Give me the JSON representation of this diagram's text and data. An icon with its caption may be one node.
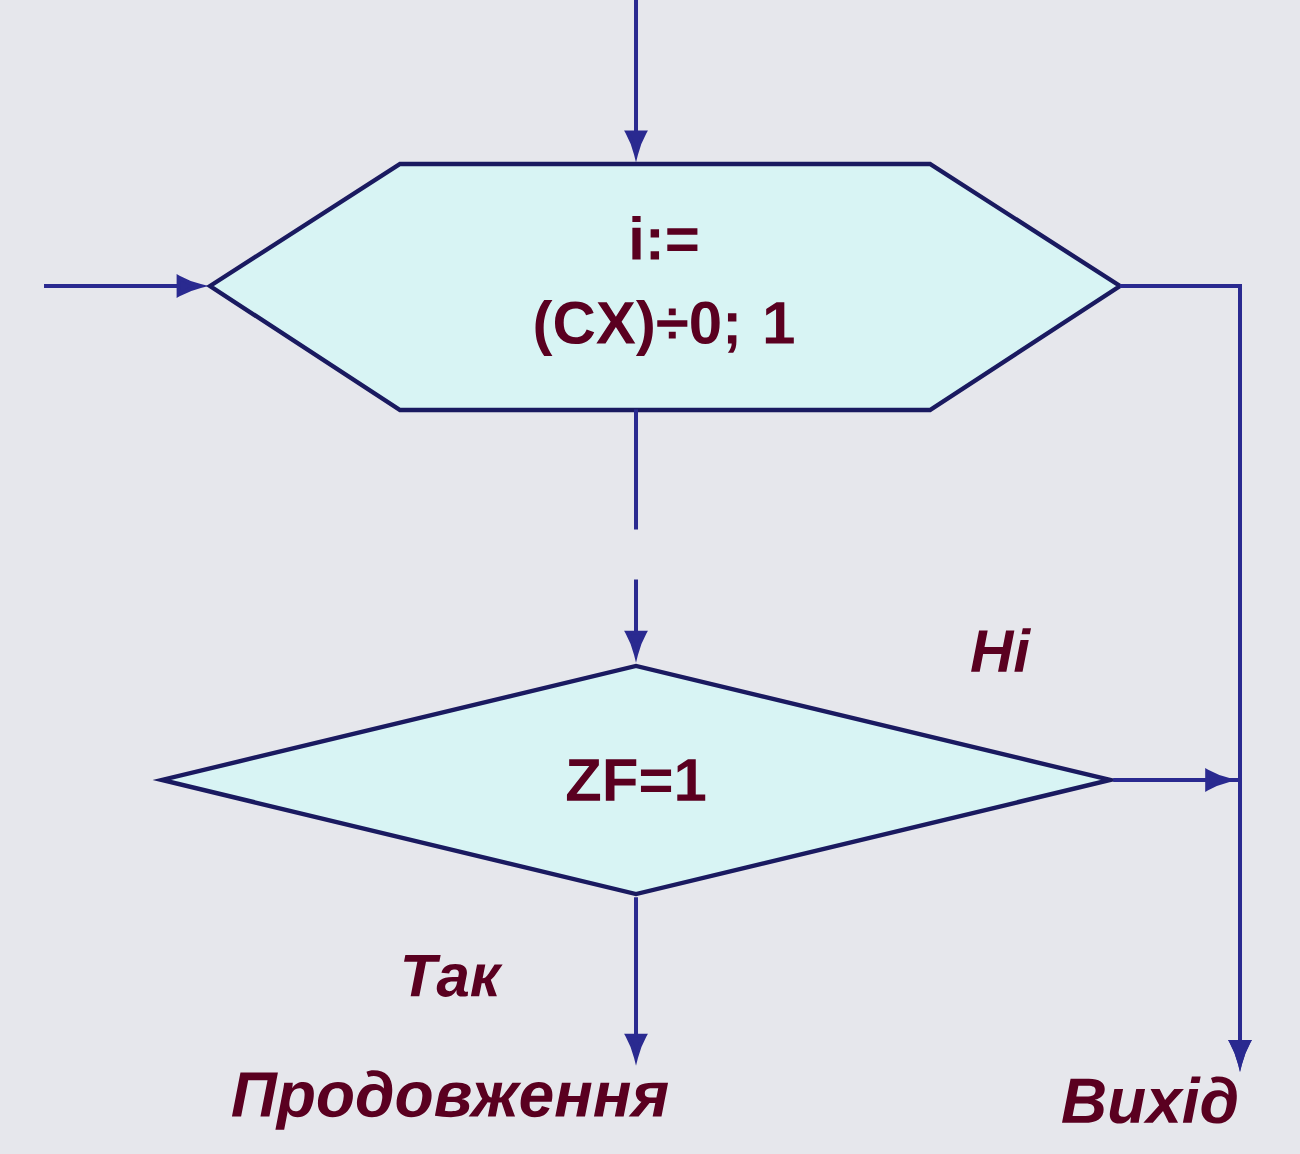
{
  "diagram": {
    "nodes": [
      {
        "text": [
          "i:= (CX)÷0; 1"
        ]
      },
      {
        "text": [
          "ZF=1"
        ]
      },
      {
        "text": [
          "Продовження"
        ]
      },
      {
        "text": [
          "Вихід"
        ]
      }
    ],
    "edges": [
      {
        "from": null,
        "to": 0,
        "arrow": "to"
      },
      {
        "from": null,
        "to": 0,
        "arrow": "to"
      },
      {
        "from": 0,
        "to": 1,
        "arrow": "to",
        "style": "dashed"
      },
      {
        "from": 1,
        "to": 2,
        "arrow": "to",
        "label": "Так"
      },
      {
        "from": 1,
        "to": 3,
        "arrow": "to",
        "label": "Ні"
      },
      {
        "from": 0,
        "to": 3,
        "arrow": "to"
      }
    ]
  }
}
